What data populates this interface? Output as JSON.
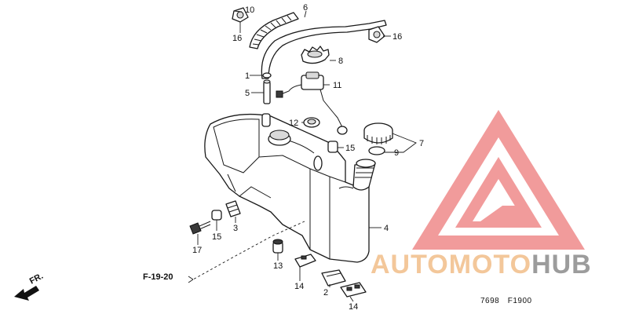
{
  "diagram": {
    "callouts": {
      "c1": "1",
      "c2": "2",
      "c3": "3",
      "c4": "4",
      "c5": "5",
      "c6": "6",
      "c7": "7",
      "c8": "8",
      "c9": "9",
      "c10": "10",
      "c11": "11",
      "c12": "12",
      "c13": "13",
      "c14a": "14",
      "c14b": "14",
      "c15a": "15",
      "c15b": "15",
      "c16a": "16",
      "c16b": "16",
      "c17": "17"
    },
    "reference": "F-19-20",
    "front_label": "FR.",
    "drawing_code": "7698　F1900"
  },
  "watermark": {
    "brand_part1": "AUTOMOTO",
    "brand_part2": "HUB",
    "colors": {
      "triangle": "#ef7f7f",
      "brand_light": "#f3c79a",
      "brand_gray": "#9c9c9c"
    }
  }
}
